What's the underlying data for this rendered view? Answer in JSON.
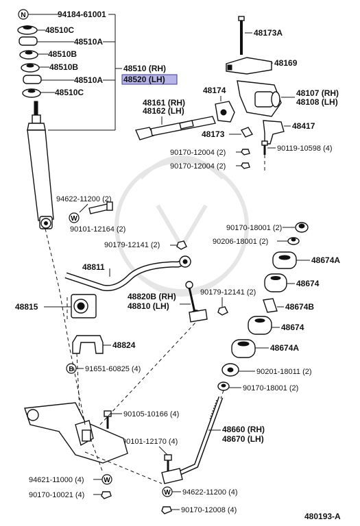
{
  "diagram": {
    "ref_number": "480193-A",
    "highlight_color": "#b7b5e8",
    "labels": {
      "n94184": "94184-61001",
      "n48510C_a": "48510C",
      "n48510A_a": "48510A",
      "n48510B_a": "48510B",
      "n48510B_b": "48510B",
      "n48510A_b": "48510A",
      "n48510C_b": "48510C",
      "n48510rh": "48510 (RH)",
      "n48520lh": "48520 (LH)",
      "n48173A": "48173A",
      "n48169": "48169",
      "n48174": "48174",
      "n48107": "48107 (RH)",
      "n48108": "48108 (LH)",
      "n48161": "48161 (RH)",
      "n48162": "48162 (LH)",
      "n48173": "48173",
      "n48417": "48417",
      "n90170_12004a": "90170-12004 (2)",
      "n90119": "90119-10598 (4)",
      "n90170_12004b": "90170-12004 (2)",
      "n94622a": "94622-11200 (2)",
      "n90101_12164": "90101-12164 (2)",
      "n90170_18001a": "90170-18001 (2)",
      "n90206": "90206-18001 (2)",
      "n90179a": "90179-12141 (2)",
      "n48674A_a": "48674A",
      "n48811": "48811",
      "n48674_a": "48674",
      "n48820B": "48820B (RH)",
      "n48810": "48810   (LH)",
      "n90179b": "90179-12141 (2)",
      "n48815": "48815",
      "n48674B": "48674B",
      "n48674_b": "48674",
      "n48824": "48824",
      "n48674A_b": "48674A",
      "n91651": "91651-60825 (4)",
      "n90201": "90201-18011 (2)",
      "n90170_18001b": "90170-18001 (2)",
      "n90105": "90105-10166 (4)",
      "n48660": "48660 (RH)",
      "n48670": "48670 (LH)",
      "n90101_12170": "90101-12170 (4)",
      "n94621": "94621-11000 (4)",
      "n94622b": "94622-11200 (4)",
      "n90170_10021": "90170-10021 (4)",
      "n90170_12008": "90170-12008 (4)"
    },
    "markers": {
      "n": "N",
      "w": "W",
      "b": "B"
    }
  }
}
